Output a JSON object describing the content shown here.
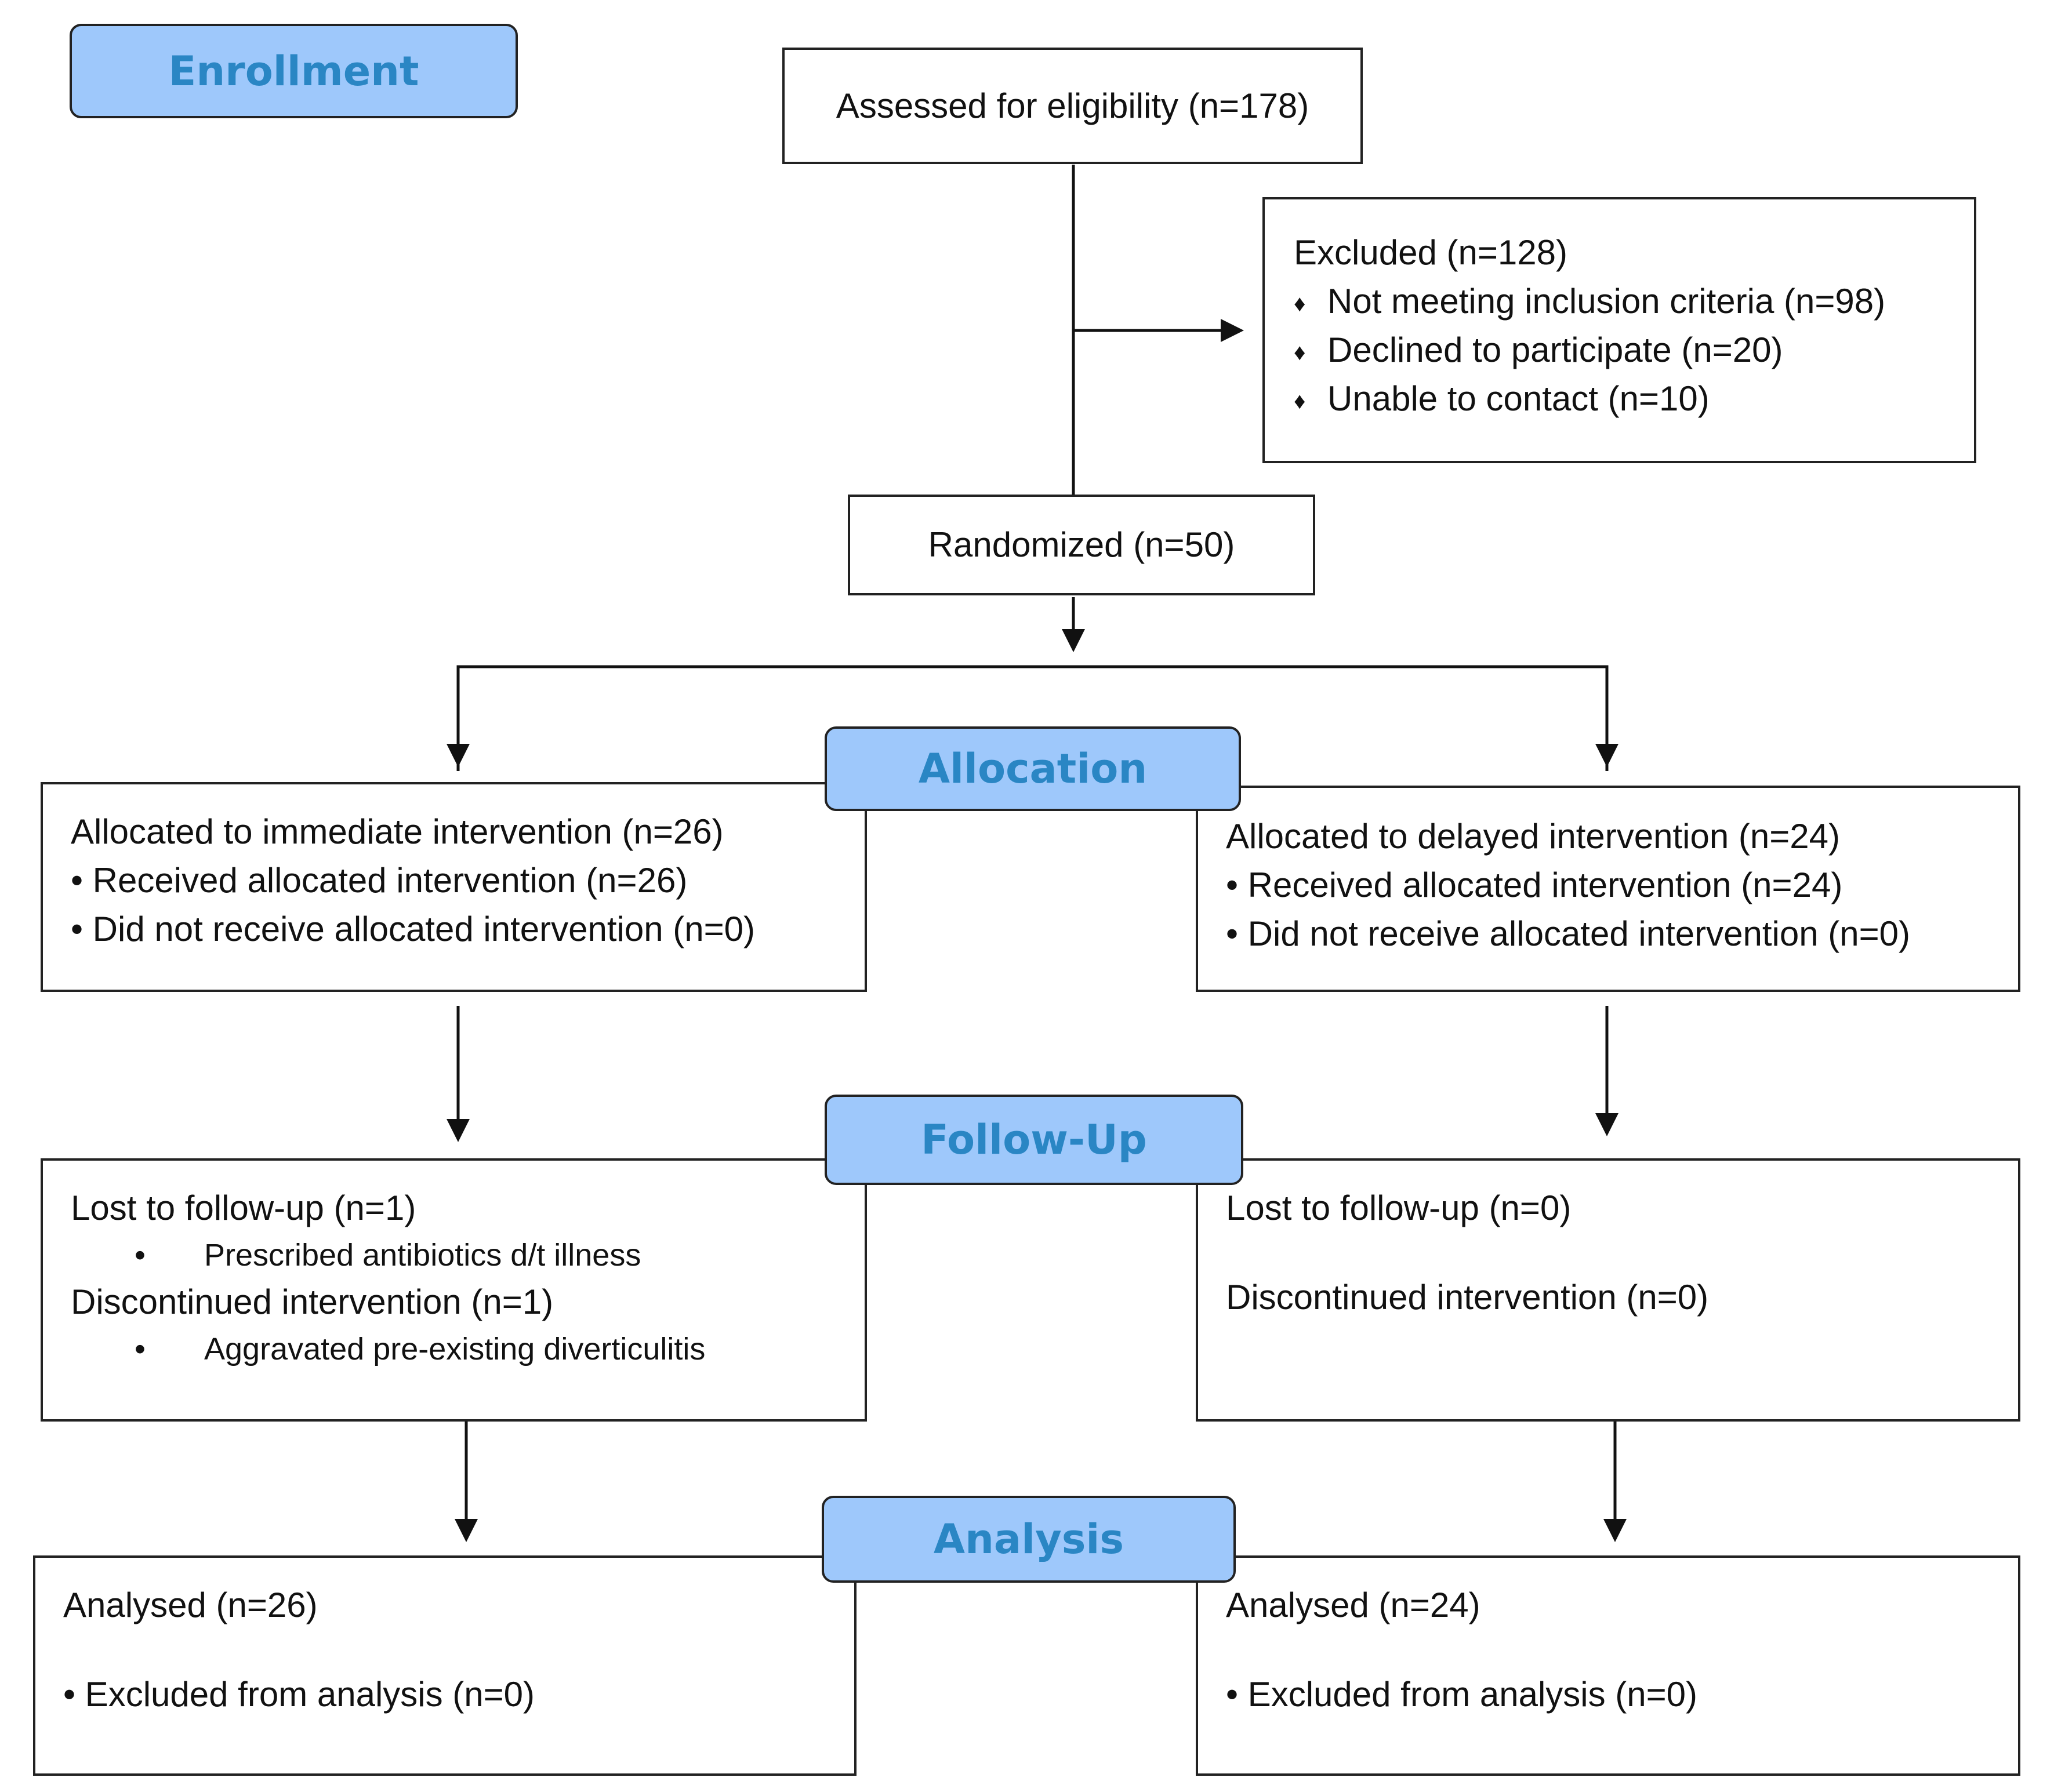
{
  "stages": {
    "enrollment": "Enrollment",
    "allocation": "Allocation",
    "follow_up": "Follow-Up",
    "analysis": "Analysis"
  },
  "assessed": "Assessed for eligibility (n=178)",
  "excluded": {
    "title": "Excluded  (n=128)",
    "bullet": "♦",
    "items": [
      "Not meeting inclusion criteria (n=98)",
      "Declined to participate (n=20)",
      "Unable to contact (n=10)"
    ]
  },
  "randomized": "Randomized (n=50)",
  "allocation": {
    "left": {
      "title": "Allocated to immediate intervention (n=26)",
      "items": [
        "• Received allocated intervention (n=26)",
        "• Did not receive allocated intervention (n=0)"
      ]
    },
    "right": {
      "title": "Allocated to delayed intervention (n=24)",
      "items": [
        "• Received allocated intervention (n=24)",
        "• Did not receive allocated intervention (n=0)"
      ]
    }
  },
  "follow_up": {
    "left": {
      "lost": "Lost to follow-up (n=1)",
      "lost_reason": "Prescribed antibiotics d/t illness",
      "discontinued": "Discontinued intervention (n=1)",
      "discontinued_reason": "Aggravated pre-existing diverticulitis",
      "bullet": "•"
    },
    "right": {
      "lost": "Lost to follow-up (n=0)",
      "discontinued": "Discontinued intervention (n=0)"
    }
  },
  "analysis": {
    "left": {
      "analysed": "Analysed (n=26)",
      "excluded": "• Excluded from analysis (n=0)"
    },
    "right": {
      "analysed": "Analysed (n=24)",
      "excluded": "• Excluded from analysis (n=0)"
    }
  }
}
